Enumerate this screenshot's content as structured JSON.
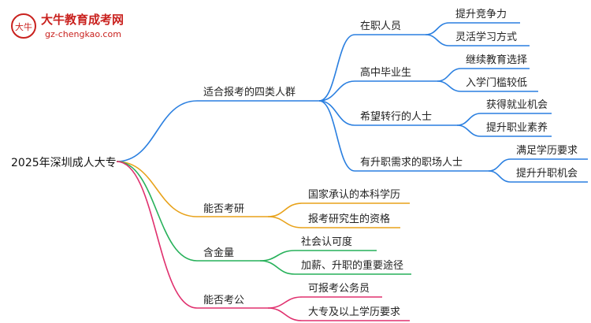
{
  "logo": {
    "name": "大牛教育成考网",
    "url": "gz-chengkao.com",
    "mark": "大牛"
  },
  "root": {
    "label": "2025年深圳成人大专"
  },
  "branches": [
    {
      "label": "适合报考的四类人群",
      "color": "#2a7fe0",
      "children": [
        {
          "label": "在职人员",
          "children": [
            "提升竞争力",
            "灵活学习方式"
          ]
        },
        {
          "label": "高中毕业生",
          "children": [
            "继续教育选择",
            "入学门槛较低"
          ]
        },
        {
          "label": "希望转行的人士",
          "children": [
            "获得就业机会",
            "提升职业素养"
          ]
        },
        {
          "label": "有升职需求的职场人士",
          "children": [
            "满足学历要求",
            "提升升职机会"
          ]
        }
      ]
    },
    {
      "label": "能否考研",
      "color": "#e8a21a",
      "children": [
        {
          "label": "国家承认的本科学历"
        },
        {
          "label": "报考研究生的资格"
        }
      ]
    },
    {
      "label": "含金量",
      "color": "#27b15a",
      "children": [
        {
          "label": "社会认可度"
        },
        {
          "label": "加薪、升职的重要途径"
        }
      ]
    },
    {
      "label": "能否考公",
      "color": "#e0306e",
      "children": [
        {
          "label": "可报考公务员"
        },
        {
          "label": "大专及以上学历要求"
        }
      ]
    }
  ]
}
